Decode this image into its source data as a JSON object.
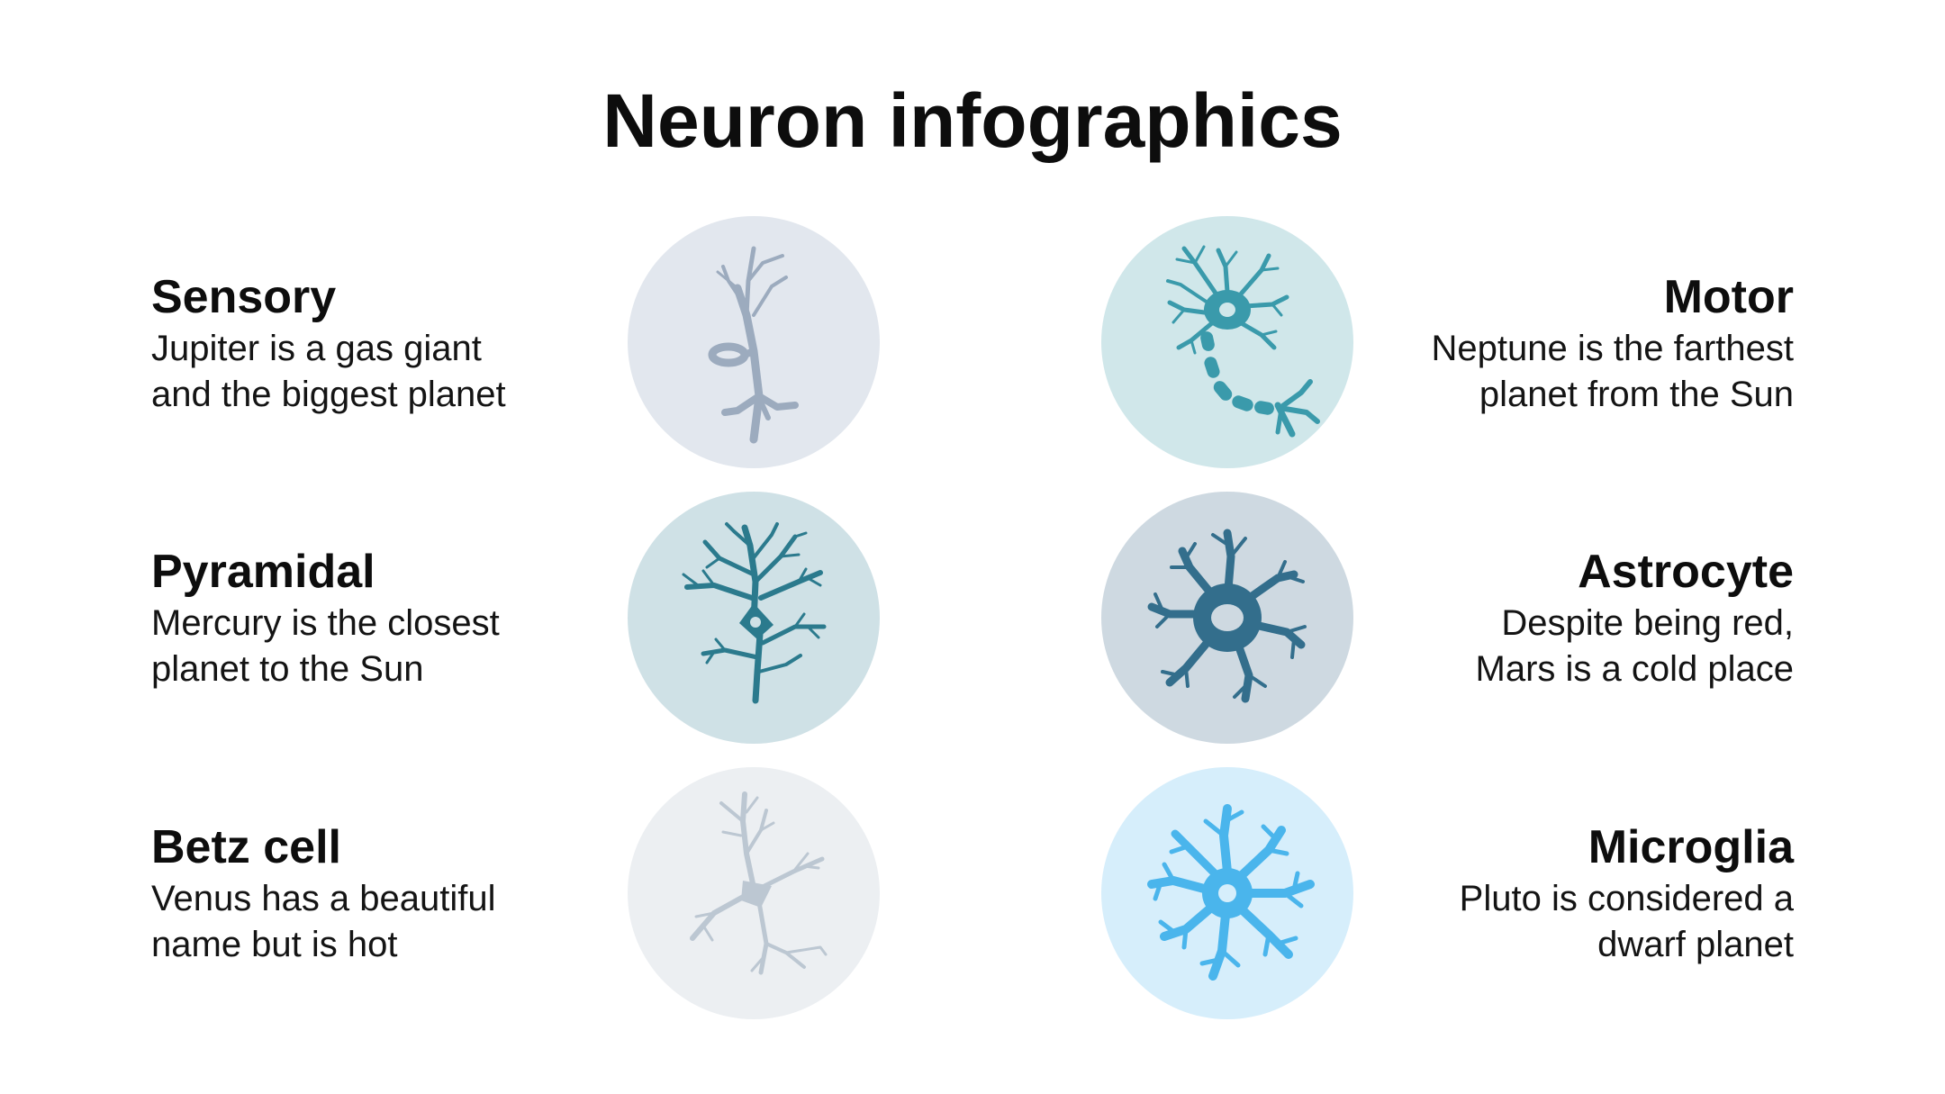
{
  "title": "Neuron infographics",
  "items": [
    {
      "name": "Sensory",
      "desc1": "Jupiter is a gas giant",
      "desc2": "and the biggest planet",
      "circle_color": "#e2e7ee",
      "icon_color": "#9cabbe",
      "icon": "sensory-neuron-icon"
    },
    {
      "name": "Motor",
      "desc1": "Neptune is the farthest",
      "desc2": "planet from the Sun",
      "circle_color": "#d0e7ea",
      "icon_color": "#3a9aab",
      "icon": "motor-neuron-icon"
    },
    {
      "name": "Pyramidal",
      "desc1": "Mercury is the closest",
      "desc2": "planet to the Sun",
      "circle_color": "#cfe1e6",
      "icon_color": "#2b7a8d",
      "icon": "pyramidal-neuron-icon"
    },
    {
      "name": "Astrocyte",
      "desc1": "Despite being red,",
      "desc2": "Mars is a cold place",
      "circle_color": "#ced9e1",
      "icon_color": "#336e8c",
      "icon": "astrocyte-icon"
    },
    {
      "name": "Betz cell",
      "desc1": "Venus has a beautiful",
      "desc2": "name but is hot",
      "circle_color": "#eceff2",
      "icon_color": "#bcc7d2",
      "icon": "betz-cell-icon"
    },
    {
      "name": "Microglia",
      "desc1": "Pluto is considered a",
      "desc2": "dwarf planet",
      "circle_color": "#d6eefb",
      "icon_color": "#4ab5ec",
      "icon": "microglia-icon"
    }
  ]
}
